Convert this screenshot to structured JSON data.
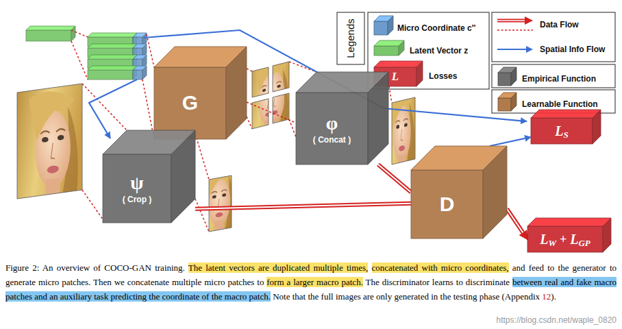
{
  "diagram": {
    "caption": "Figure 2: An overview of COCO-GAN training. The latent vectors are duplicated multiple times, concatenated with micro coordinates, and feed to the generator to generate micro patches. Then we concatenate multiple micro patches to form a larger macro patch. The discriminator learns to discriminate between real and fake macro patches and an auxiliary task predicting the coordinate of the macro patch. Note that the full images are only generated in the testing phase (Appendix 12).",
    "nodes": [
      {
        "text": [
          "G"
        ]
      },
      {
        "text": [
          "φ",
          "( Concat )"
        ]
      },
      {
        "text": [
          "ψ",
          "( Crop )"
        ]
      },
      {
        "text": [
          "D"
        ]
      },
      {
        "text": [
          "L",
          "S"
        ]
      },
      {
        "text": [
          "L",
          "W",
          "+",
          "L",
          "GP"
        ]
      }
    ],
    "edges": [
      {
        "from": 0,
        "to": 1,
        "arrow": "none"
      },
      {
        "from": 1,
        "to": 3,
        "arrow": "none"
      },
      {
        "from": 2,
        "to": 3,
        "arrow": "none"
      },
      {
        "from": 3,
        "to": 4,
        "arrow": "to"
      },
      {
        "from": 3,
        "to": 5,
        "arrow": "to"
      }
    ],
    "labels": [
      "Legends",
      "L",
      "https://blog.csdn.net/waple_0820"
    ],
    "legend": [
      {
        "text": "Micro Coordinate c''",
        "color": "#6d9ccc"
      },
      {
        "text": "Latent Vector z",
        "color": "#6cc25c"
      },
      {
        "text": "Losses",
        "color": "#c8282e"
      },
      {
        "text": "Data Flow"
      },
      {
        "text": "Spatial Info Flow"
      },
      {
        "text": "Empirical Function",
        "color": "#6e6e6e"
      },
      {
        "text": "Learnable Function",
        "color": "#b07b4c"
      }
    ]
  }
}
